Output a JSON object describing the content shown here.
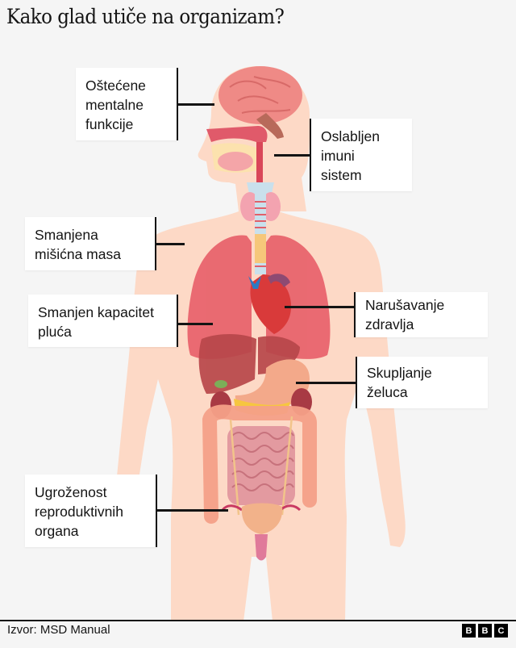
{
  "title": "Kako glad utiče na organizam?",
  "labels": {
    "brain": [
      "Oštećene",
      "mentalne",
      "funkcije"
    ],
    "immune": [
      "Oslabljen",
      "imuni",
      "sistem"
    ],
    "muscle": [
      "Smanjena",
      "mišićna masa"
    ],
    "lungs": [
      "Smanjen kapacitet",
      "pluća"
    ],
    "heart": [
      "Narušavanje",
      "zdravlja"
    ],
    "stomach": [
      "Skupljanje",
      "želuca"
    ],
    "reproductive": [
      "Ugroženost",
      "reproduktivnih",
      "organa"
    ]
  },
  "footer": {
    "source": "Izvor: MSD Manual",
    "logo": [
      "B",
      "B",
      "C"
    ]
  },
  "colors": {
    "background": "#f5f5f5",
    "skin": "#fdd9c6",
    "lungs": "#e8616a",
    "heart": "#d93a3a",
    "liver": "#b8474a",
    "stomach": "#f3a98a",
    "intestine": "#f4a088",
    "small_intestine": "#e39aa0",
    "brain": "#ef8a86",
    "leader_line": "#141414"
  }
}
